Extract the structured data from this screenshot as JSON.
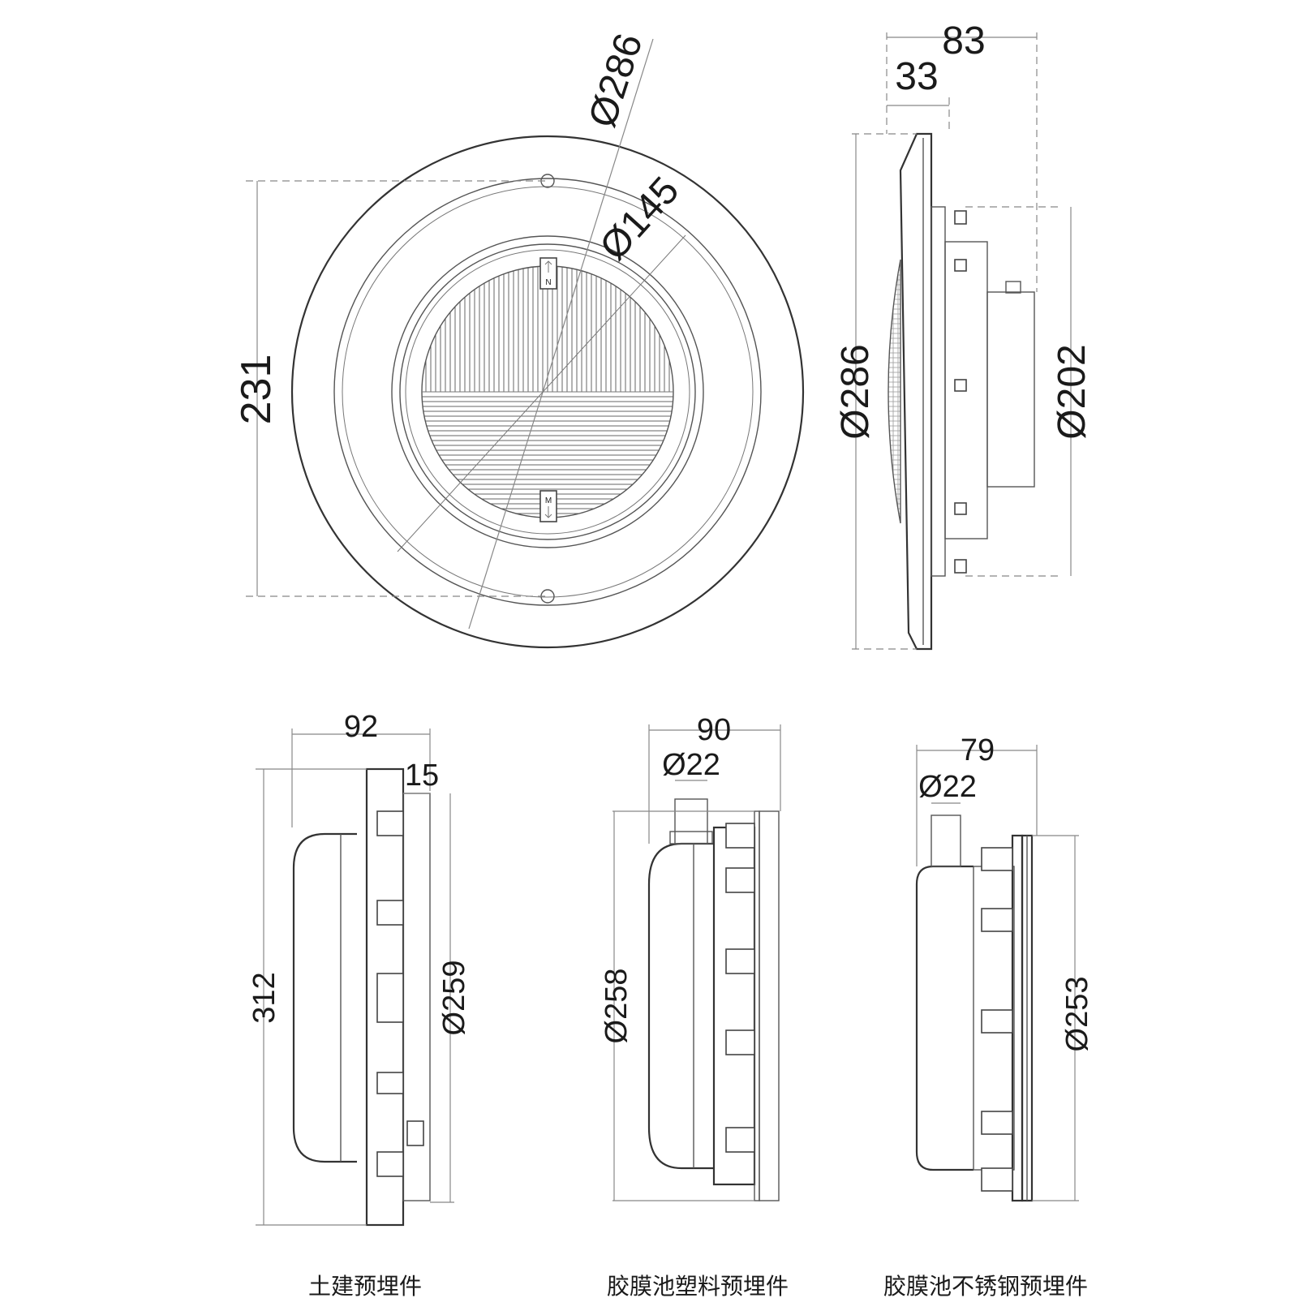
{
  "front_view": {
    "dims": {
      "outer_diameter": "Ø286",
      "inner_diameter": "Ø145",
      "height": "231"
    },
    "marks": {
      "top": "N",
      "bottom": "M"
    }
  },
  "side_view": {
    "dims": {
      "total_depth": "83",
      "flange_depth": "33",
      "flange_diameter": "Ø286",
      "body_diameter": "Ø202"
    }
  },
  "niche_civil": {
    "dims": {
      "depth": "92",
      "flange": "15",
      "height": "312",
      "diameter": "Ø259"
    },
    "caption": "土建预埋件"
  },
  "niche_liner_plastic": {
    "dims": {
      "depth": "90",
      "conduit": "Ø22",
      "diameter": "Ø258"
    },
    "caption": "胶膜池塑料预埋件"
  },
  "niche_liner_steel": {
    "dims": {
      "depth": "79",
      "conduit": "Ø22",
      "diameter": "Ø253"
    },
    "caption": "胶膜池不锈钢预埋件"
  }
}
